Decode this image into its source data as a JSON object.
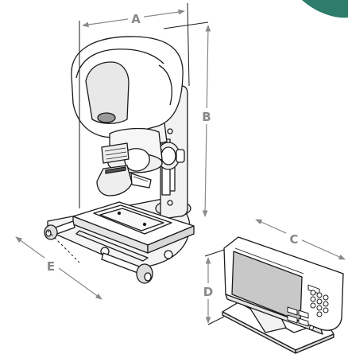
{
  "dimensions": {
    "a": "A",
    "b": "B",
    "c": "C",
    "d": "D",
    "e": "E"
  },
  "colors": {
    "dimension": "#888888",
    "line": "#1a1a1a",
    "screen": "#c8c8c8",
    "corner_accent": "#2e7d6a"
  }
}
